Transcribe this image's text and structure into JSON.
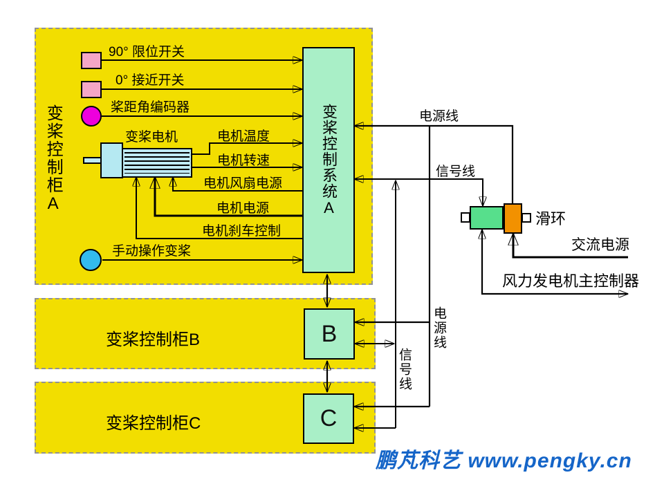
{
  "cabinet_a": {
    "label": "变桨控制柜A",
    "system": "变桨控制系统A"
  },
  "cabinet_b": {
    "label": "变桨控制柜B",
    "unit": "B"
  },
  "cabinet_c": {
    "label": "变桨控制柜C",
    "unit": "C"
  },
  "sensors": {
    "limit_switch": "90° 限位开关",
    "proximity_switch": "0° 接近开关",
    "encoder": "桨距角编码器",
    "manual_pitch": "手动操作变桨"
  },
  "motor": {
    "label": "变桨电机",
    "temperature": "电机温度",
    "speed": "电机转速",
    "fan_power": "电机风扇电源",
    "power": "电机电源",
    "brake": "电机刹车控制"
  },
  "wiring": {
    "power_line_top": "电源线",
    "signal_line_top": "信号线",
    "power_line_side": "电源线",
    "signal_line_side": "信号线"
  },
  "external": {
    "slip_ring": "滑环",
    "ac_power": "交流电源",
    "main_controller": "风力发电机主控制器"
  },
  "watermark": "鹏芃科艺 www.pengky.cn",
  "colors": {
    "cabinet_yellow": "#F2DE00",
    "dash_gray": "#929292",
    "box_green": "#A9EFC7",
    "slip_ring_green": "#57DF8C",
    "slip_ring_orange": "#F29100",
    "sensor_pink": "#F5A6C6",
    "encoder_magenta": "#EE00DD",
    "manual_blue": "#33BBEE",
    "motor_cyan": "#BFEBF5",
    "watermark_blue": "#1565C8",
    "line_black": "#000000"
  }
}
